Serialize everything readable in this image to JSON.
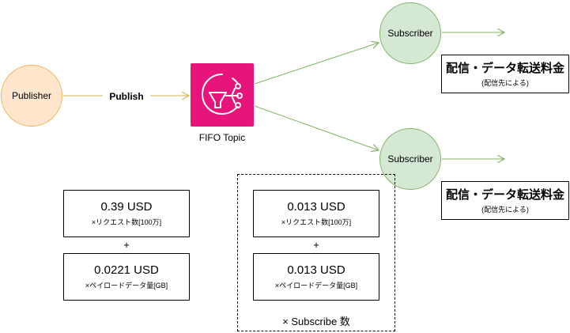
{
  "nodes": {
    "publisher": "Publisher",
    "subscriber_1": "Subscriber",
    "subscriber_2": "Subscriber",
    "topic": "FIFO Topic"
  },
  "edges": {
    "publish_label": "Publish"
  },
  "delivery_fees": [
    {
      "title": "配信・データ転送料金",
      "note": "(配信先による)"
    },
    {
      "title": "配信・データ転送料金",
      "note": "(配信先による)"
    }
  ],
  "publish_costs": {
    "requests": {
      "value": "0.39 USD",
      "unit": "×リクエスト数[100万]"
    },
    "payload": {
      "value": "0.0221 USD",
      "unit": "×ペイロードデータ量[GB]"
    },
    "plus": "+"
  },
  "subscribe_costs": {
    "requests": {
      "value": "0.013 USD",
      "unit": "×リクエスト数[100万]"
    },
    "payload": {
      "value": "0.013 USD",
      "unit": "×ペイロードデータ量[GB]"
    },
    "plus": "+",
    "multiplier": "× Subscribe 数"
  },
  "colors": {
    "publisher_fill": "#ffe6cc",
    "publisher_stroke": "#f5b35a",
    "subscriber_fill": "#d5e8d4",
    "subscriber_stroke": "#82b366",
    "topic_icon": "#e7157b",
    "publish_arrow": "#d6b656",
    "subscribe_arrow": "#82b366"
  },
  "icons": {
    "topic": "sns-topic-icon"
  }
}
